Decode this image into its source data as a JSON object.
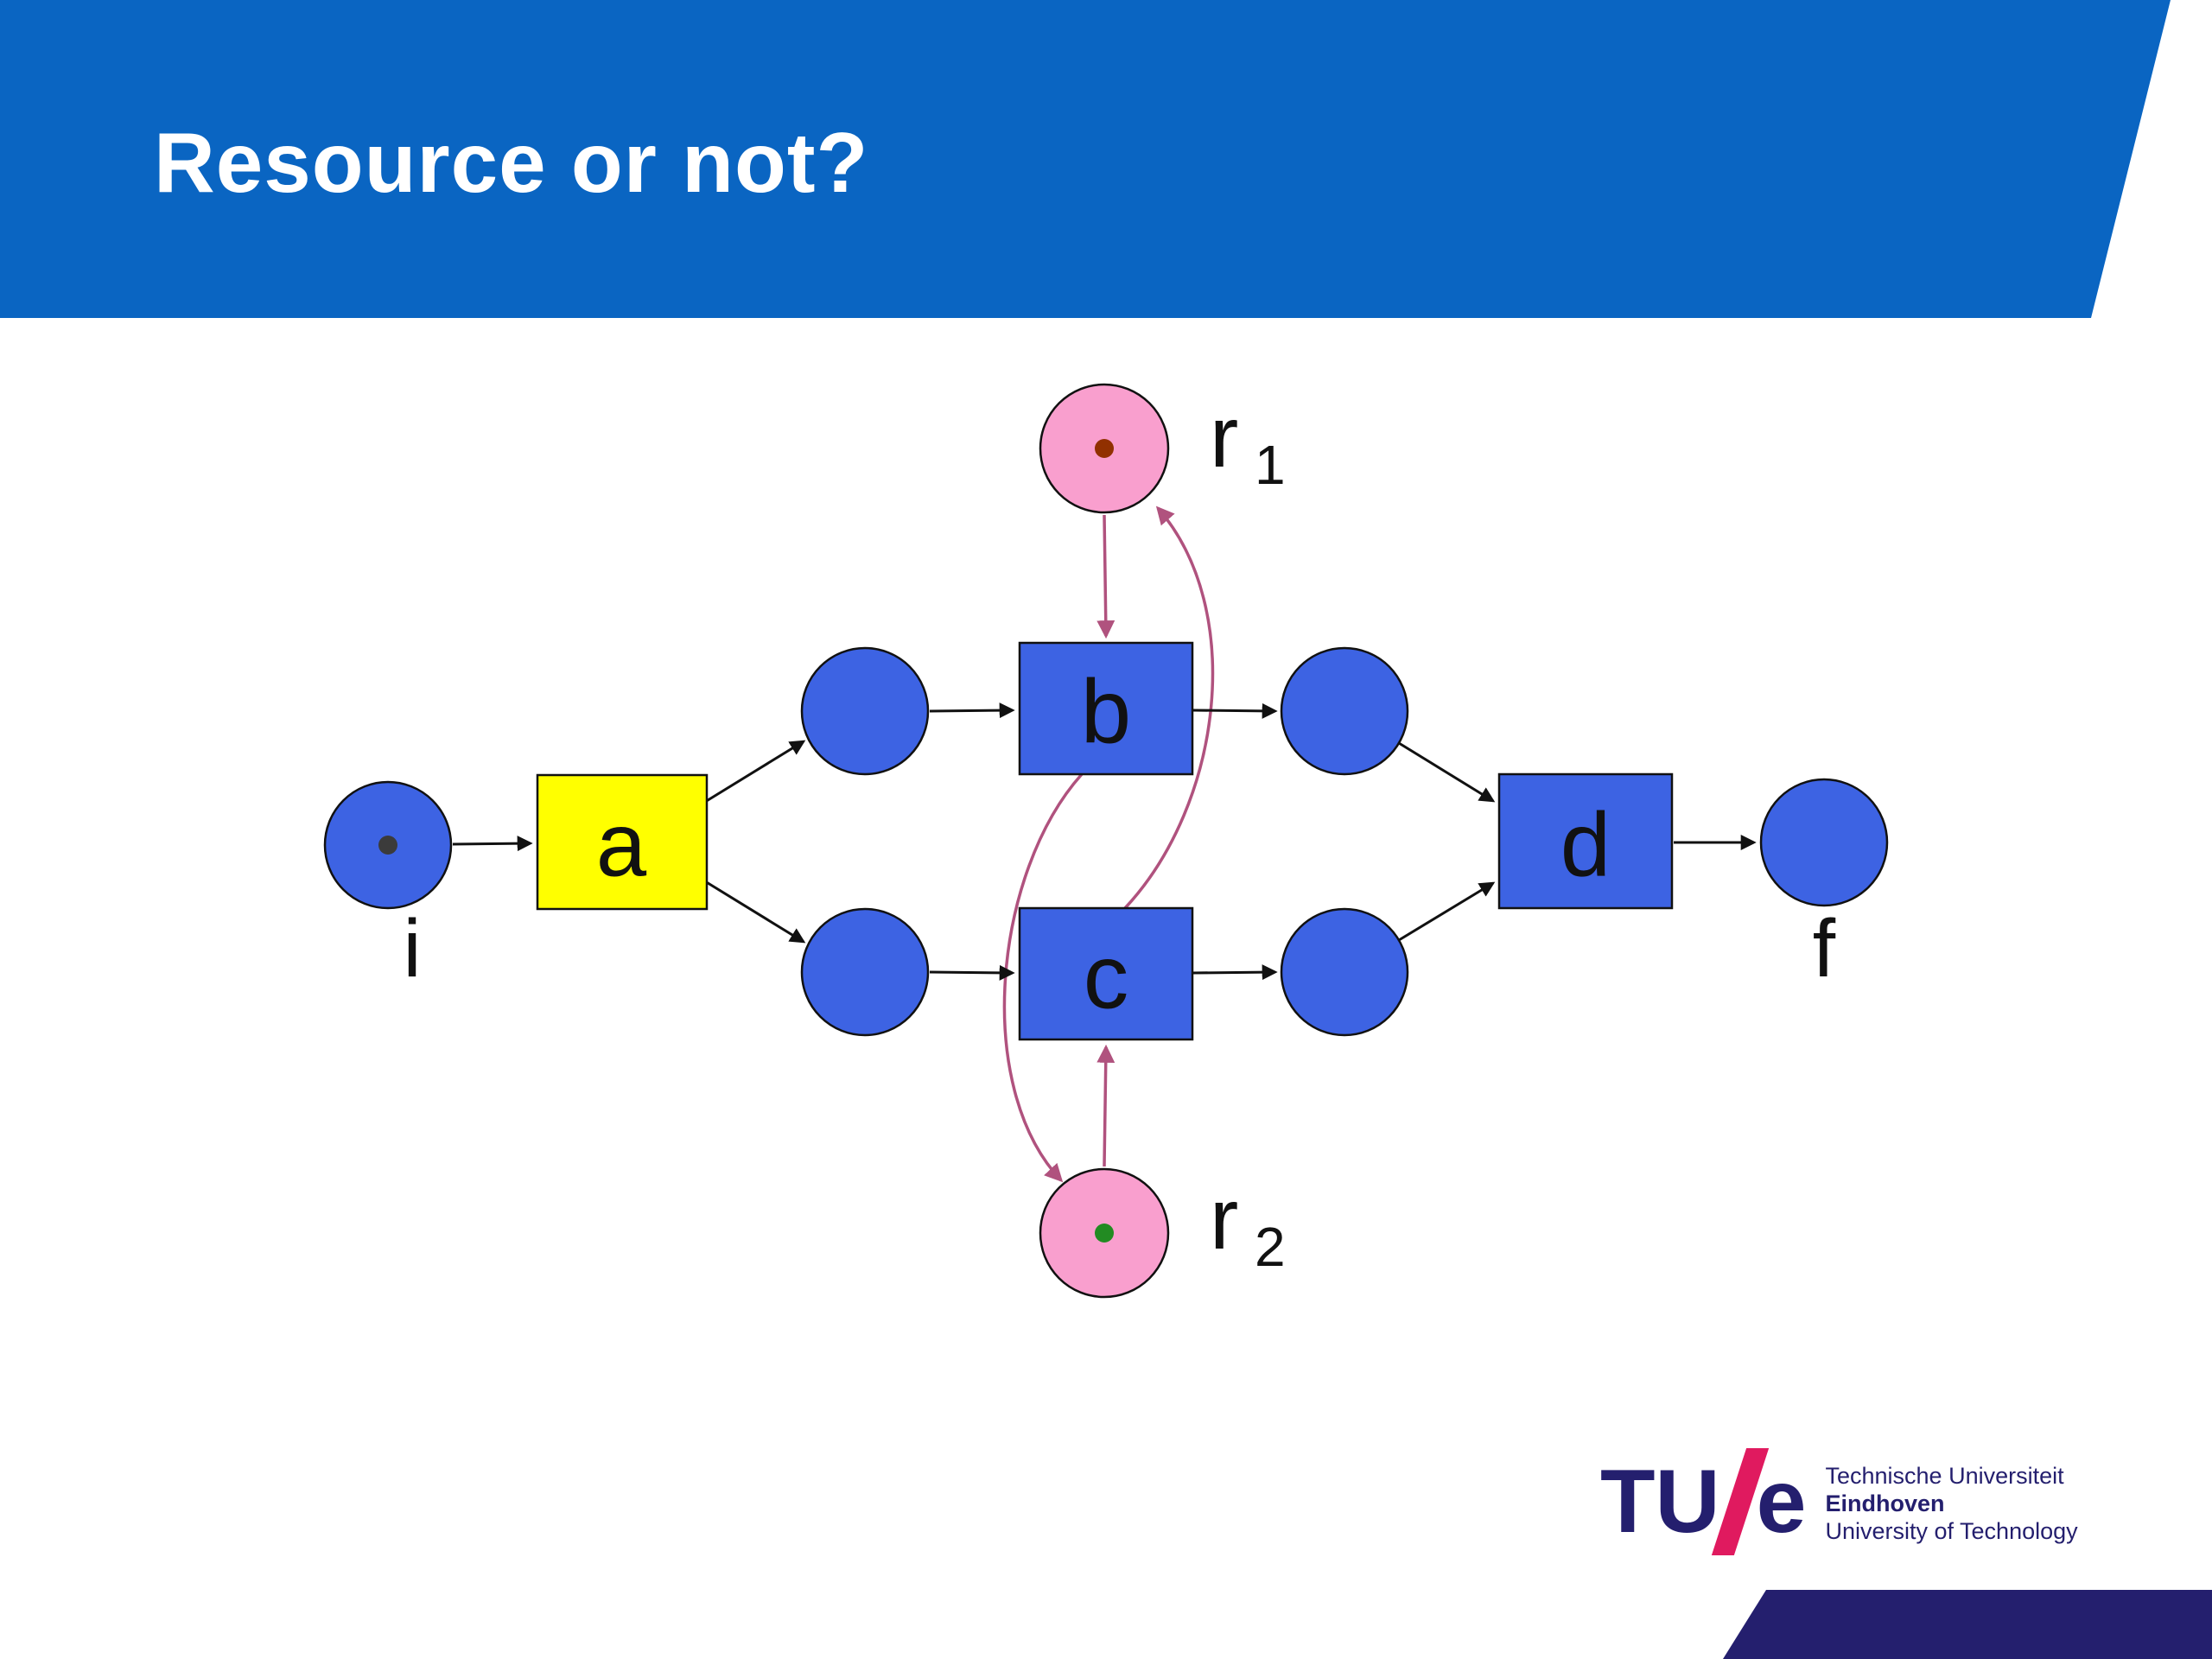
{
  "slide": {
    "title": "Resource or not?"
  },
  "petri_net": {
    "place_i_label": "i",
    "place_f_label": "f",
    "transition_a_label": "a",
    "transition_b_label": "b",
    "transition_c_label": "c",
    "transition_d_label": "d",
    "resource_r1_label_base": "r",
    "resource_r1_label_sub": "1",
    "resource_r2_label_base": "r",
    "resource_r2_label_sub": "2"
  },
  "footer_logo": {
    "tu": "TU",
    "e": "e",
    "line1": "Technische Universiteit",
    "line2": "Eindhoven",
    "line3": "University of Technology"
  },
  "colors": {
    "header_blue": "#0a65c2",
    "node_blue": "#3d63e3",
    "transition_yellow": "#ffff00",
    "resource_pink": "#f99fce",
    "resource_arc_pink": "#b0527e",
    "black_arc": "#111111",
    "token_i": "#3b3b3b",
    "token_r1": "#913000",
    "token_r2": "#228b22",
    "logo_navy": "#241f6e",
    "logo_magenta": "#e01a5f"
  }
}
